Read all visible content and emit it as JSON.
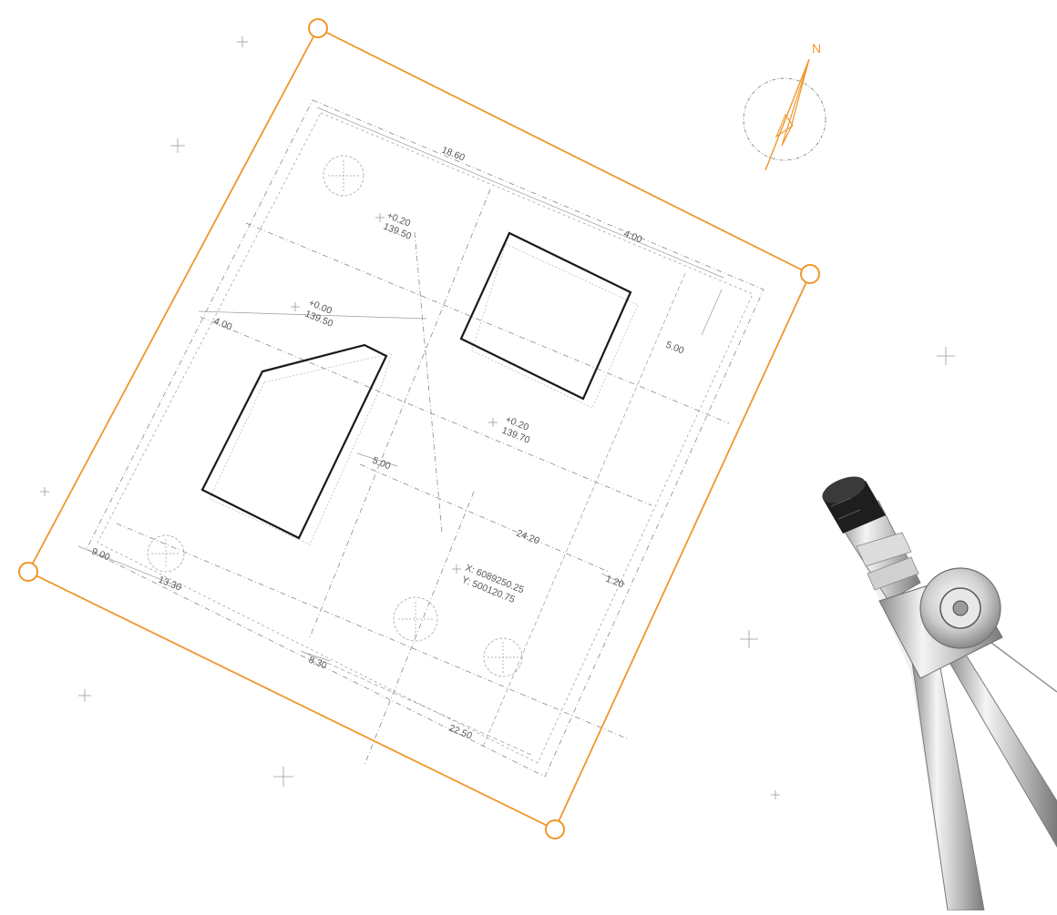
{
  "colors": {
    "accent": "#F0962A",
    "building_outline": "#1A1A1A",
    "drafting_line": "#8A8A8A",
    "background": "#FFFFFF"
  },
  "compass": {
    "north_label": "N"
  },
  "dimensions": {
    "top_width": "18.60",
    "right_setback": "4.00",
    "right_side": "5.00",
    "left_setback": "4.00",
    "gap": "5.00",
    "mid_width": "24.20",
    "right_small": "1.20",
    "bottom_left_a": "9.00",
    "bottom_left_b": "13.30",
    "bottom_corner": "8.30",
    "bottom_width": "22.50"
  },
  "elevations": {
    "top": {
      "delta": "+0.20",
      "value": "139.50"
    },
    "left": {
      "delta": "+0.00",
      "value": "139.50"
    },
    "center": {
      "delta": "+0.20",
      "value": "139.70"
    }
  },
  "coordinates": {
    "x": "X: 6089250.25",
    "y": "Y: 500120.75"
  },
  "icons": {
    "boundary_handle": "circle-handle-icon",
    "north_arrow": "compass-north-icon",
    "drafting_compass": "drafting-compass-icon"
  }
}
